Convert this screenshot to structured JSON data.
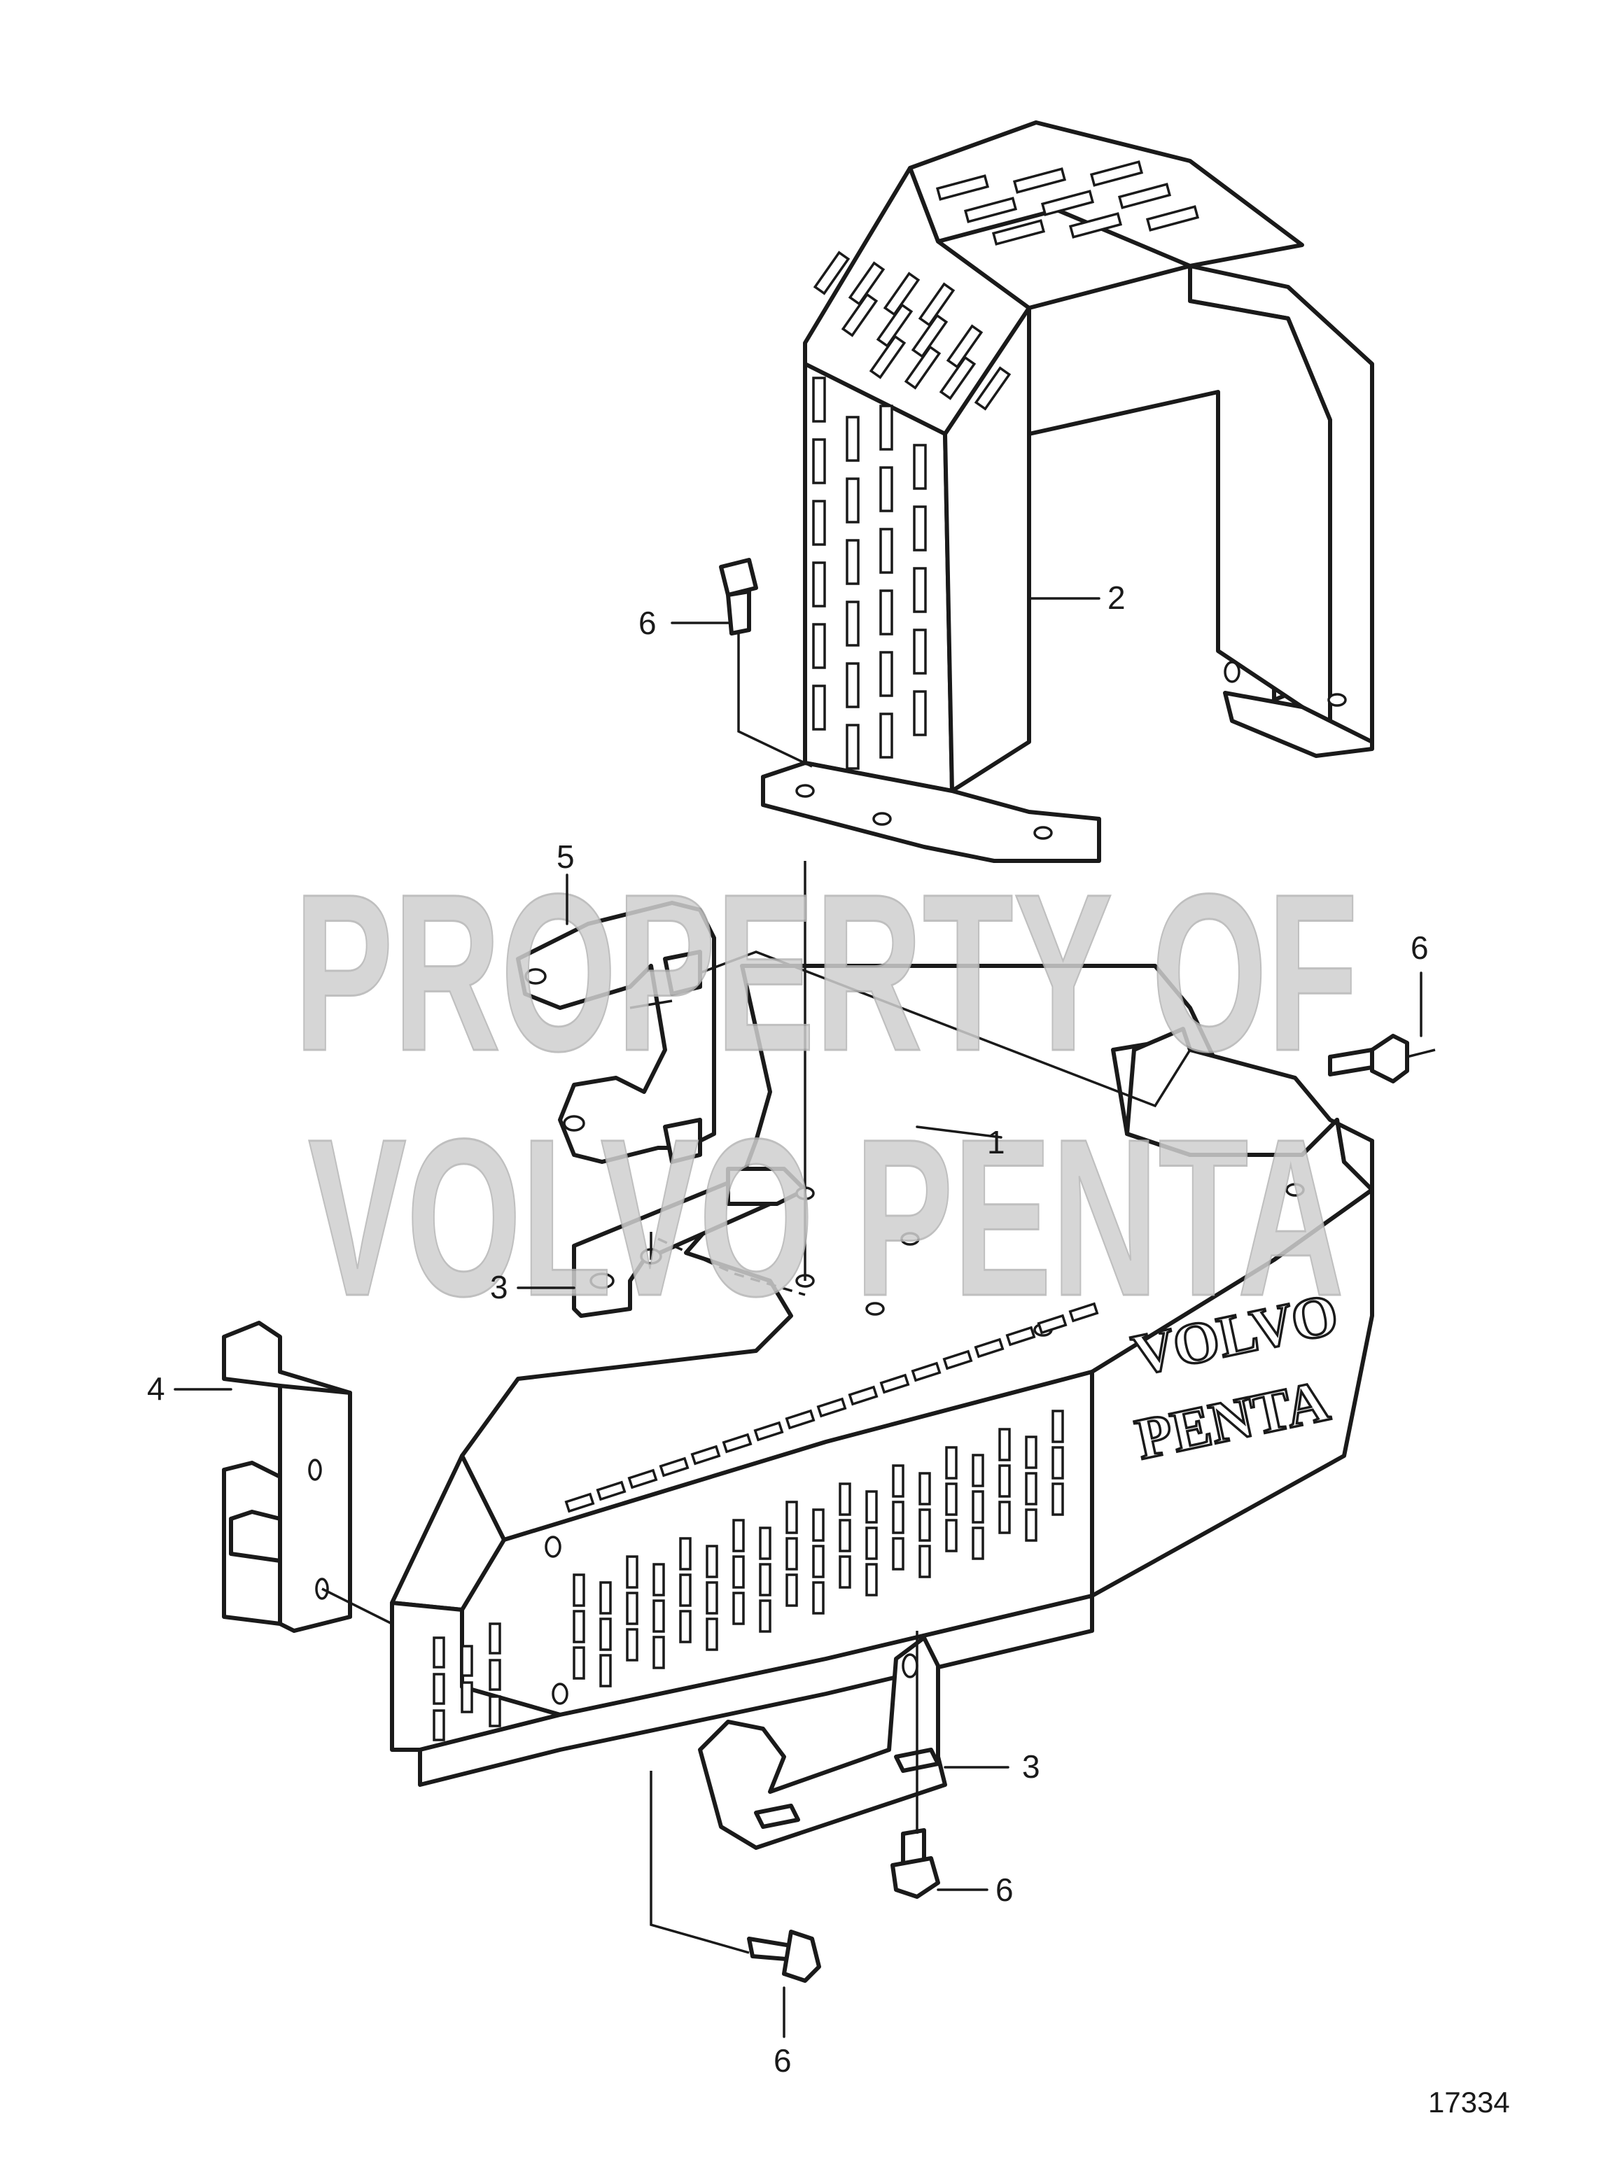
{
  "diagram": {
    "watermark": {
      "line1": "PROPERTY OF",
      "line2": "VOLVO PENTA"
    },
    "brand_emboss": {
      "line1": "VOLVO",
      "line2": "PENTA"
    },
    "callouts": [
      {
        "id": "1",
        "label": "1"
      },
      {
        "id": "2",
        "label": "2"
      },
      {
        "id": "3a",
        "label": "3"
      },
      {
        "id": "3b",
        "label": "3"
      },
      {
        "id": "4",
        "label": "4"
      },
      {
        "id": "5",
        "label": "5"
      },
      {
        "id": "6a",
        "label": "6"
      },
      {
        "id": "6b",
        "label": "6"
      },
      {
        "id": "6c",
        "label": "6"
      },
      {
        "id": "6d",
        "label": "6"
      }
    ],
    "figure_number": "17334"
  }
}
